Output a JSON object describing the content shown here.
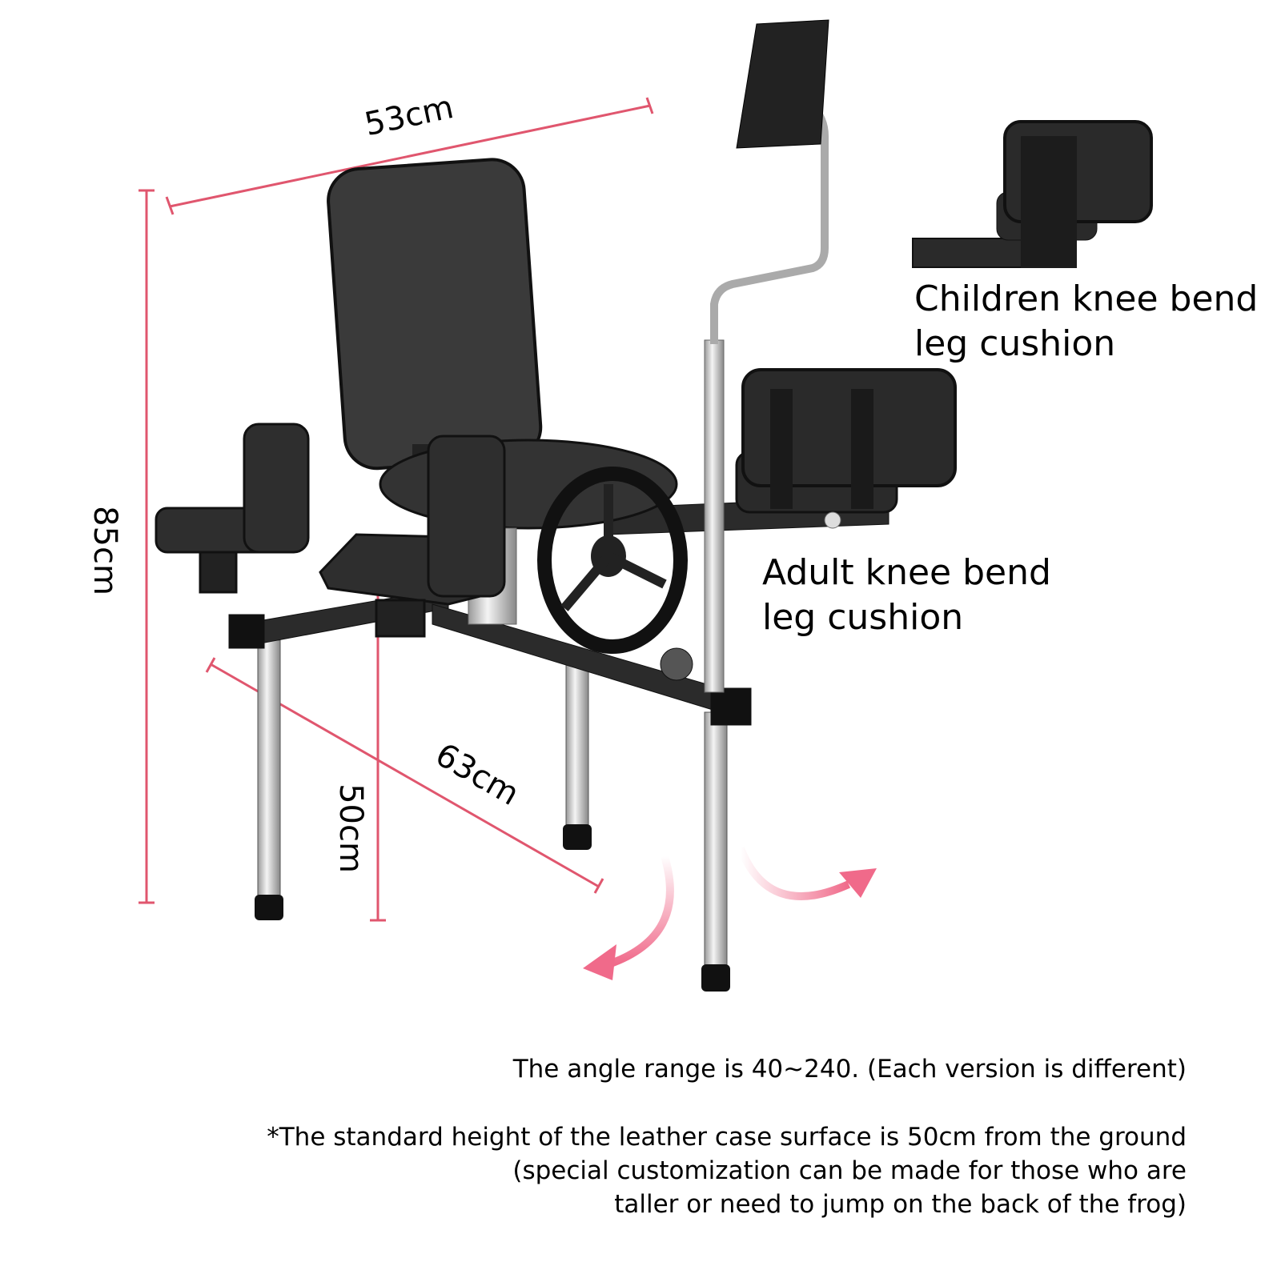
{
  "dimensions": {
    "width": "53cm",
    "height": "85cm",
    "depth": "63cm",
    "seat_height": "50cm"
  },
  "labels": {
    "children_cushion": [
      "Children knee bend",
      "leg cushion"
    ],
    "adult_cushion": [
      "Adult knee bend",
      "leg cushion"
    ]
  },
  "notes": {
    "angle": "The angle range is 40~240.  (Each version is different)",
    "height_lines": [
      "*The standard height of the leather case surface is 50cm from the ground",
      "(special customization can be made for those who are",
      "taller or need to jump on the back of the frog)"
    ]
  },
  "colors": {
    "dimension_line": "#e0566e",
    "arrow": "#f06a8a",
    "cushion": "#2a2a2a"
  }
}
